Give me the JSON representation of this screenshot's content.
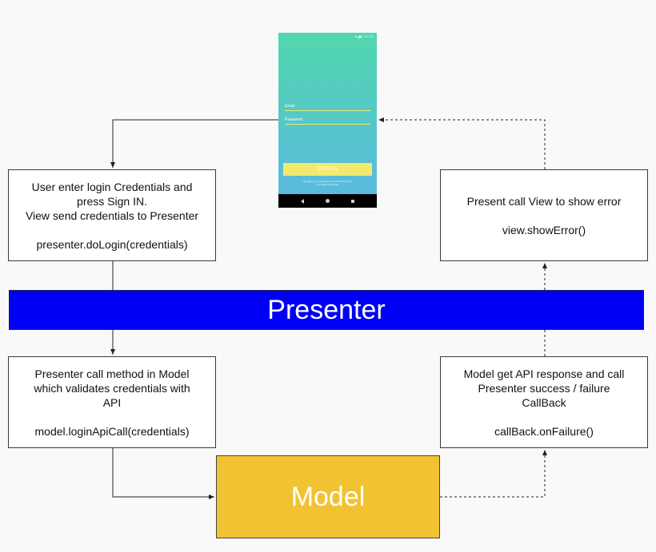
{
  "phone": {
    "status_time": "12:30",
    "email_label": "Email",
    "password_label": "Password",
    "signin_label": "SIGN IN",
    "terms_line1": "By signing up, you agree to the Privacy Policy",
    "terms_line2": "and Terms of Service"
  },
  "boxes": {
    "login": {
      "line1": "User enter login Credentials and",
      "line2": "press Sign IN.",
      "line3": "View send credentials to Presenter",
      "code": "presenter.doLogin(credentials)"
    },
    "error": {
      "line1": "Present call View to show error",
      "code": "view.showError()"
    },
    "model_call": {
      "line1": "Presenter call method in Model",
      "line2": "which validates credentials with",
      "line3": "API",
      "code": "model.loginApiCall(credentials)"
    },
    "response": {
      "line1": "Model get API response and call",
      "line2": "Presenter success / failure",
      "line3": "CallBack",
      "code": "callBack.onFailure()"
    }
  },
  "presenter_label": "Presenter",
  "model_label": "Model",
  "colors": {
    "presenter": "#0000f5",
    "model": "#f1c232",
    "phone_top": "#51d7ad",
    "phone_bottom": "#5bb8e2",
    "signin_button": "#f3e96c"
  }
}
